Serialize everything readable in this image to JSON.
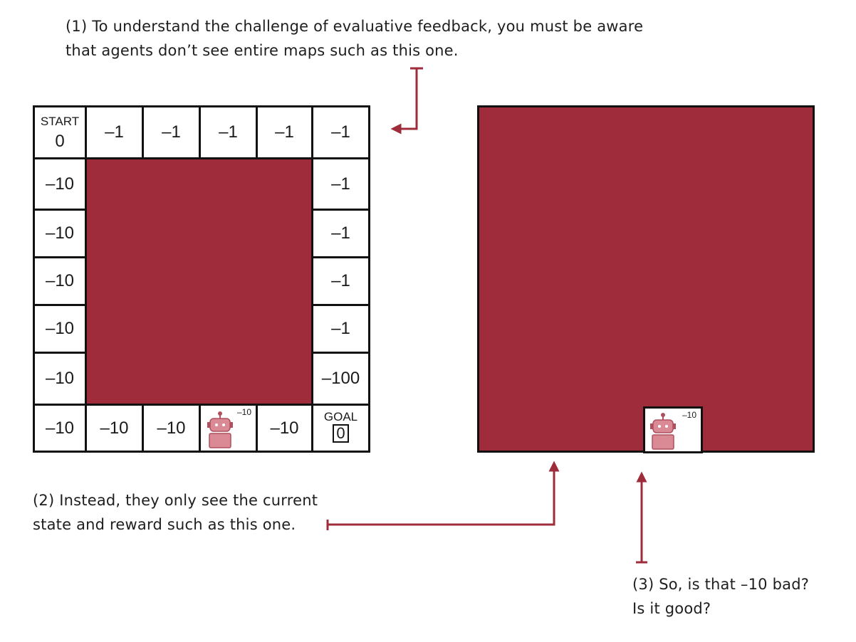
{
  "notes": {
    "n1": [
      "(1) To understand the challenge of evaluative feedback, you must be aware",
      "that agents don’t see entire maps such as this one."
    ],
    "n2": [
      "(2) Instead, they only see the current",
      "state and reward such as this one."
    ],
    "n3": [
      "(3) So, is that –10 bad?",
      "Is it good?"
    ]
  },
  "grid": {
    "start_label": "START",
    "start_value": "0",
    "goal_label": "GOAL",
    "goal_value": "0",
    "top_row": [
      "–1",
      "–1",
      "–1",
      "–1",
      "–1"
    ],
    "left_col": [
      "–10",
      "–10",
      "–10",
      "–10",
      "–10"
    ],
    "right_col": [
      "–1",
      "–1",
      "–1",
      "–1",
      "–100"
    ],
    "bottom_row": [
      "–10",
      "–10",
      "–10",
      "",
      "–10"
    ],
    "robot_reward": "–10"
  },
  "view": {
    "robot_reward": "–10"
  },
  "colors": {
    "wall": "#9e2c3a",
    "arrow": "#9e2c3a",
    "robot": "#d98a94",
    "robot_dark": "#b0505e"
  },
  "icons": {
    "agent": "robot-icon"
  }
}
